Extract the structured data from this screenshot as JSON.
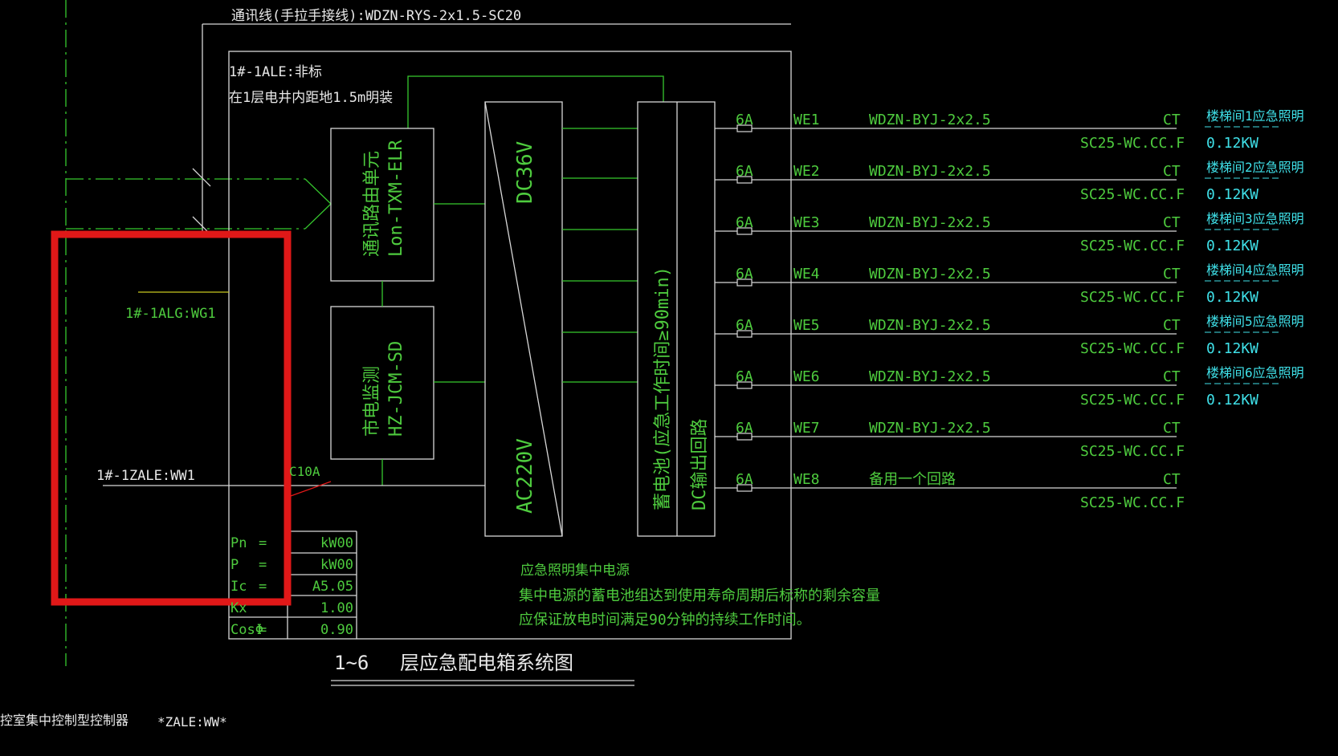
{
  "colors": {
    "background": "#000000",
    "wire_green": "#36c92e",
    "wire_white": "#d8d8d8",
    "text_cyan": "#3fe0e8",
    "highlight_red": "#e01818",
    "accent_yellow": "#c8c820"
  },
  "drawing": {
    "comm_line": "通讯线(手拉手接线):WDZN-RYS-2x1.5-SC20",
    "box_id": "1#-1ALE:非标",
    "mount_note": "在1层电井内距地1.5m明装",
    "comm_unit": {
      "line1": "通讯路由单元",
      "line2": "Lon-TXM-ELR"
    },
    "mains_monitor": {
      "line1": "市电监测",
      "line2": "HZ-JCM-SD"
    },
    "inverter": {
      "top": "DC36V",
      "bottom": "AC220V"
    },
    "battery": {
      "line1": "蓄电池(应急工作时间≥90min)",
      "line2": "DC输出回路"
    },
    "circuits": [
      {
        "breaker": "6A",
        "id": "WE1",
        "cable": "WDZN-BYJ-2x2.5",
        "ct": "CT",
        "conduit": "SC25-WC.CC.F",
        "load": "楼梯间1应急照明",
        "power": "0.12KW"
      },
      {
        "breaker": "6A",
        "id": "WE2",
        "cable": "WDZN-BYJ-2x2.5",
        "ct": "CT",
        "conduit": "SC25-WC.CC.F",
        "load": "楼梯间2应急照明",
        "power": "0.12KW"
      },
      {
        "breaker": "6A",
        "id": "WE3",
        "cable": "WDZN-BYJ-2x2.5",
        "ct": "CT",
        "conduit": "SC25-WC.CC.F",
        "load": "楼梯间3应急照明",
        "power": "0.12KW"
      },
      {
        "breaker": "6A",
        "id": "WE4",
        "cable": "WDZN-BYJ-2x2.5",
        "ct": "CT",
        "conduit": "SC25-WC.CC.F",
        "load": "楼梯间4应急照明",
        "power": "0.12KW"
      },
      {
        "breaker": "6A",
        "id": "WE5",
        "cable": "WDZN-BYJ-2x2.5",
        "ct": "CT",
        "conduit": "SC25-WC.CC.F",
        "load": "楼梯间5应急照明",
        "power": "0.12KW"
      },
      {
        "breaker": "6A",
        "id": "WE6",
        "cable": "WDZN-BYJ-2x2.5",
        "ct": "CT",
        "conduit": "SC25-WC.CC.F",
        "load": "楼梯间6应急照明",
        "power": "0.12KW"
      },
      {
        "breaker": "6A",
        "id": "WE7",
        "cable": "WDZN-BYJ-2x2.5",
        "ct": "CT",
        "conduit": "SC25-WC.CC.F",
        "load": "",
        "power": ""
      },
      {
        "breaker": "6A",
        "id": "WE8",
        "cable": "备用一个回路",
        "ct": "CT",
        "conduit": "SC25-WC.CC.F",
        "load": "",
        "power": ""
      }
    ],
    "feeder_wg": "1#-1ALG:WG1",
    "feeder_ww": "1#-1ZALE:WW1",
    "main_breaker": "C10A",
    "params": [
      {
        "label": "Pn",
        "eq": "=",
        "value": "kW00"
      },
      {
        "label": "P",
        "eq": "=",
        "value": "kW00"
      },
      {
        "label": "Ic",
        "eq": "=",
        "value": "A5.05"
      },
      {
        "label": "Kx",
        "eq": "",
        "value": "1.00"
      },
      {
        "label": "CosΦ",
        "eq": "=",
        "value": "0.90"
      }
    ],
    "notes": {
      "title": "应急照明集中电源",
      "line1": "集中电源的蓄电池组达到使用寿命周期后标称的剩余容量",
      "line2": "应保证放电时间满足90分钟的持续工作时间。"
    },
    "diagram_title": {
      "floors": "1~6",
      "name": "层应急配电箱系统图"
    },
    "bottom_left_label": "控室集中控制型控制器",
    "bottom_mid_label": "*ZALE:WW*"
  }
}
